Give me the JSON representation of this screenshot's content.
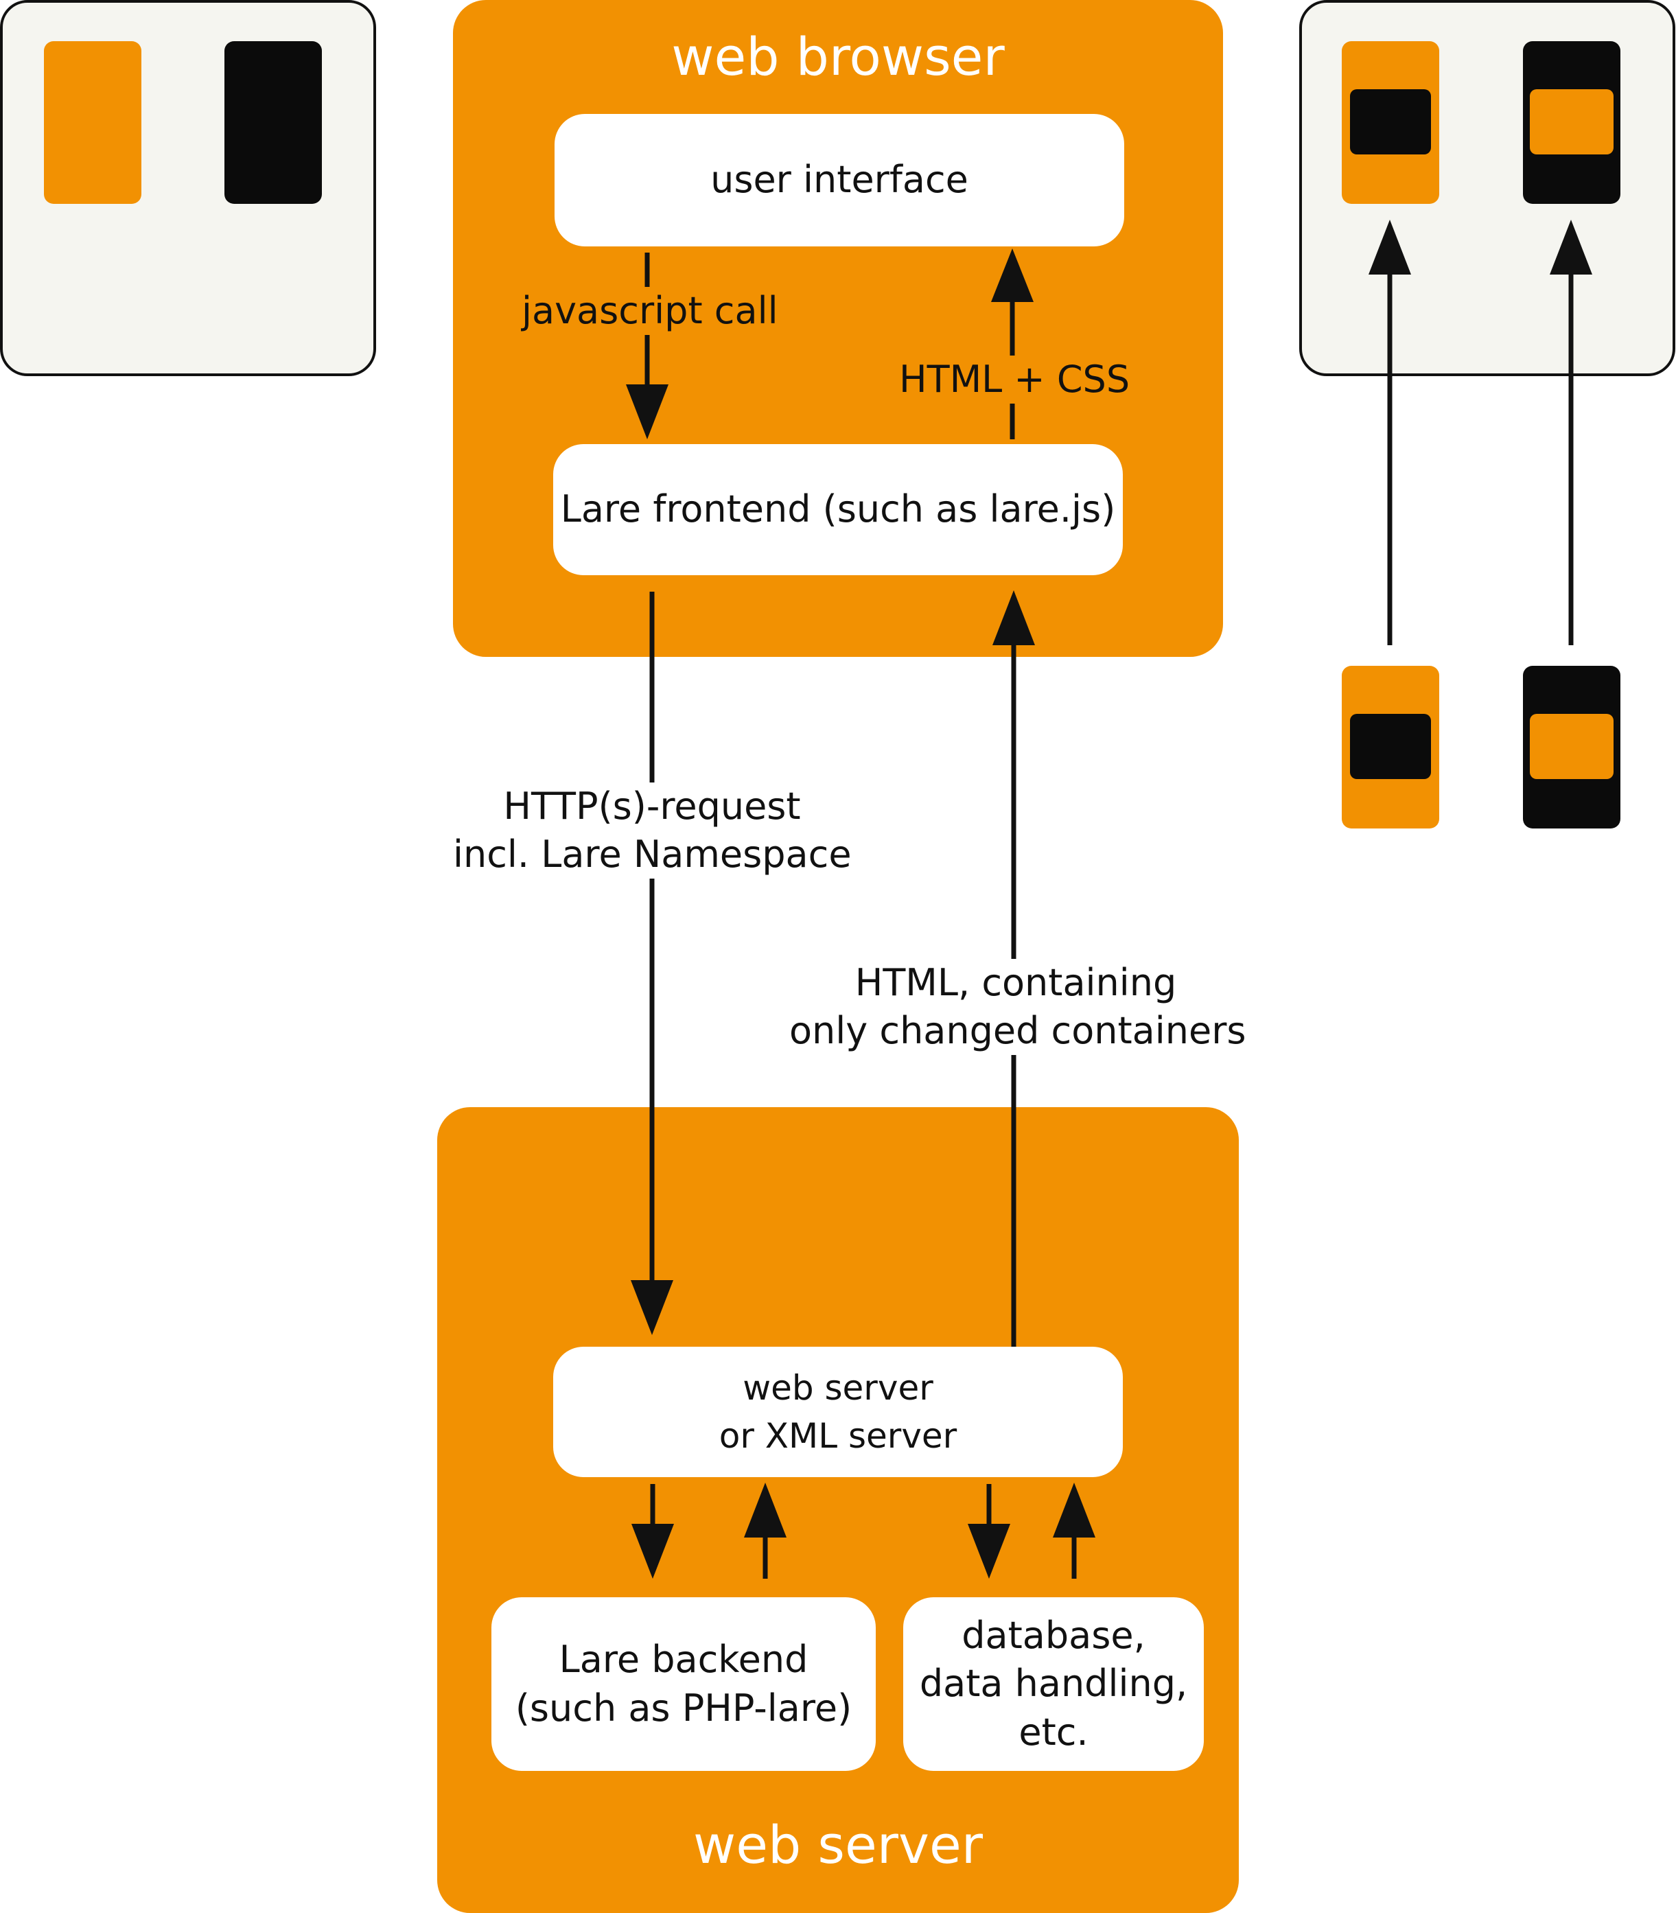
{
  "diagram": {
    "browser": {
      "title": "web browser",
      "user_interface": "user interface",
      "frontend": "Lare frontend (such as lare.js)",
      "js_call_label": "javascript call",
      "html_css_label": "HTML + CSS"
    },
    "requests": {
      "http_request_line1": "HTTP(s)-request",
      "http_request_line2": "incl. Lare Namespace",
      "html_response_line1": "HTML, containing",
      "html_response_line2": "only changed containers"
    },
    "server": {
      "title": "web server",
      "server_box_line1": "web server",
      "server_box_line2": "or XML server",
      "backend_line1": "Lare backend",
      "backend_line2": "(such as PHP-lare)",
      "db_line1": "database,",
      "db_line2": "data handling,",
      "db_line3": "etc."
    },
    "colors": {
      "accent": "#F29102",
      "dark": "#0B0B0B",
      "panel_bg": "#F5F5F0"
    }
  }
}
